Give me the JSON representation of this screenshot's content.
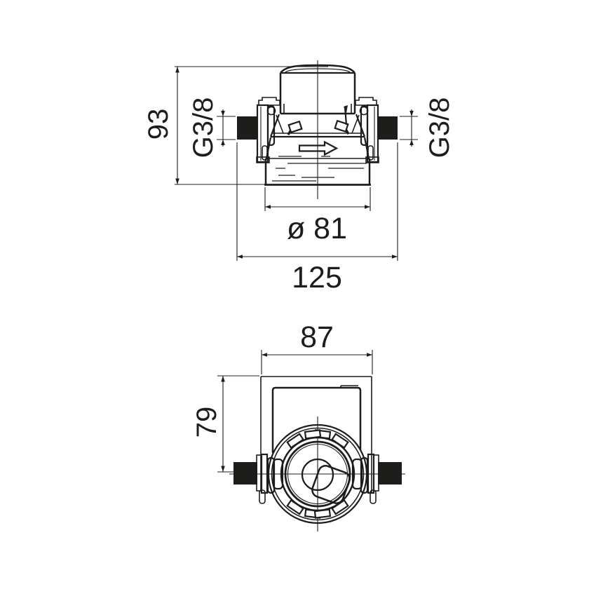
{
  "front_view": {
    "height": "93",
    "thread_left": "G3/8",
    "thread_right": "G3/8",
    "diameter": "ø 81",
    "width": "125"
  },
  "plan_view": {
    "width": "87",
    "depth": "79"
  },
  "icons": {
    "flow_arrow": "right-arrow",
    "swivel_left": "flag-left",
    "swivel_right": "flag-right"
  },
  "colors": {
    "line": "#1d1d1b",
    "background": "#ffffff"
  }
}
